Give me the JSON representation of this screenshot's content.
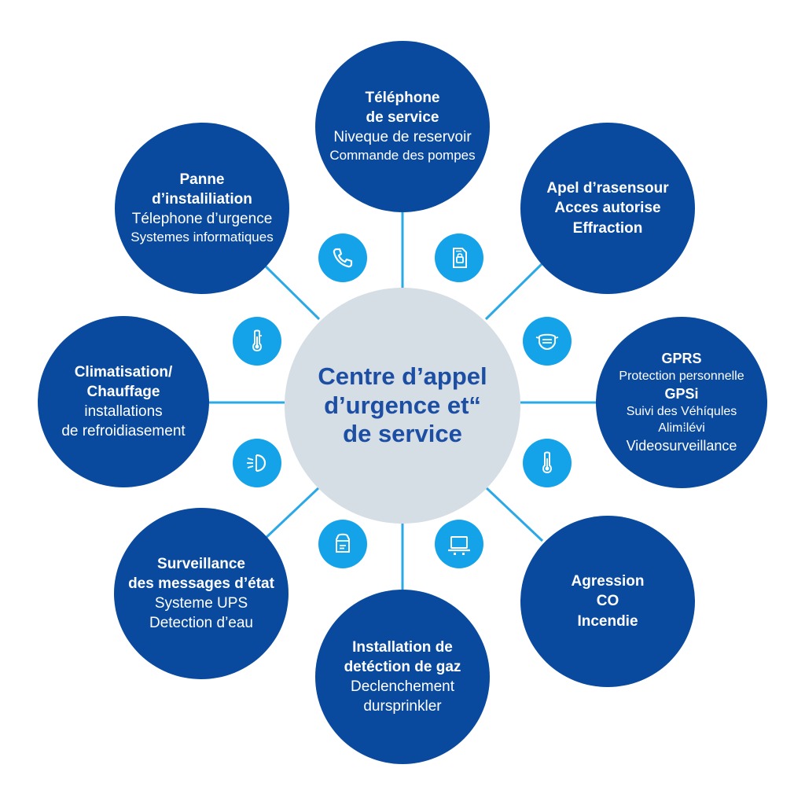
{
  "colors": {
    "node_fill": "#0a4a9e",
    "center_fill": "#d5dde5",
    "center_text": "#1c4ea3",
    "accent": "#14a3e8",
    "connector": "#2aa9e6"
  },
  "center": {
    "lines": [
      "Centre d’appel",
      "d’urgence et“",
      "de service"
    ]
  },
  "nodes": {
    "top": {
      "lines": [
        "Téléphone",
        "de service",
        "Niveque de reservoir",
        "Commande des pompes"
      ]
    },
    "top_right": {
      "lines": [
        "Apel d’rasensour",
        "Acces autorise",
        "Effraction"
      ]
    },
    "right": {
      "lines": [
        "GPRS",
        "Protection personnelle",
        "GPSi",
        "Suivi des Véhíqules",
        "Alim⁞lévi",
        "Videosurveillance"
      ]
    },
    "bottom_right": {
      "lines": [
        "Agression",
        "CO",
        "Incendie"
      ]
    },
    "bottom": {
      "lines": [
        "Installation de",
        "detéction de gaz",
        "Declenchement",
        "dursprinkler"
      ]
    },
    "bottom_left": {
      "lines": [
        "Surveillance",
        "des messages d’état",
        "Systeme UPS",
        "Detection d’eau"
      ]
    },
    "left": {
      "lines": [
        "Climatisation/",
        "Chauffage",
        "installations",
        "de refroidiasement"
      ]
    },
    "top_left": {
      "lines": [
        "Panne",
        "d’instaliliation",
        "Télephone d’urgence",
        "Systemes informatiques"
      ]
    }
  },
  "icons": [
    "phone-icon",
    "sim-card-icon",
    "mask-icon",
    "thermometer-icon",
    "laptop-icon",
    "gas-detector-icon",
    "lamp-icon",
    "thermometer-icon"
  ]
}
